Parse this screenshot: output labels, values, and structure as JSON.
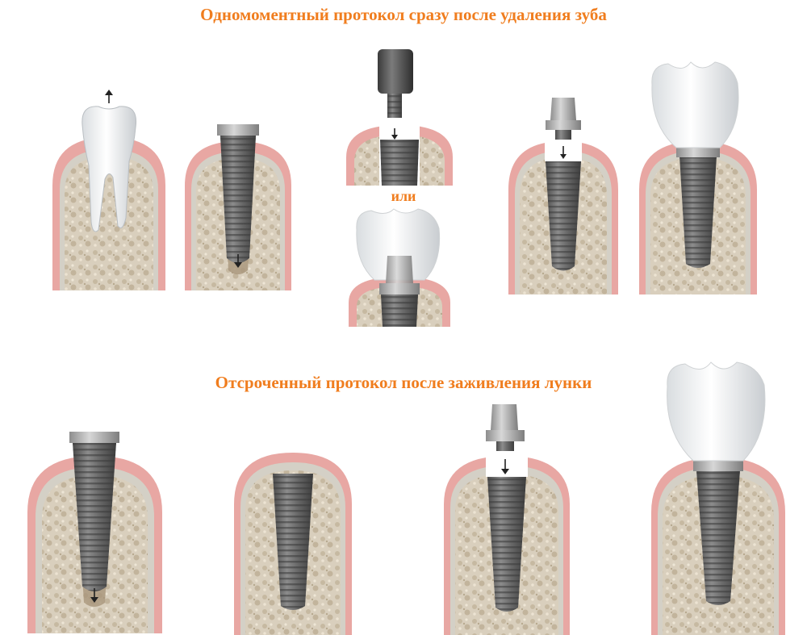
{
  "header": {
    "title_immediate": "Одномоментный протокол сразу после удаления зуба",
    "or_label": "или",
    "title_delayed": "Отсроченный протокол после заживления лунки"
  },
  "colors": {
    "title": "#f07d1e",
    "gum": "#e8a7a3",
    "bone": "#d8cfbe",
    "implant": "#6a6a6a",
    "crown": "#f2f2ef"
  },
  "icons": [
    "tooth-icon",
    "implant-icon",
    "healing-cap-icon",
    "abutment-icon",
    "crown-icon",
    "arrow-up-icon",
    "arrow-down-icon"
  ]
}
